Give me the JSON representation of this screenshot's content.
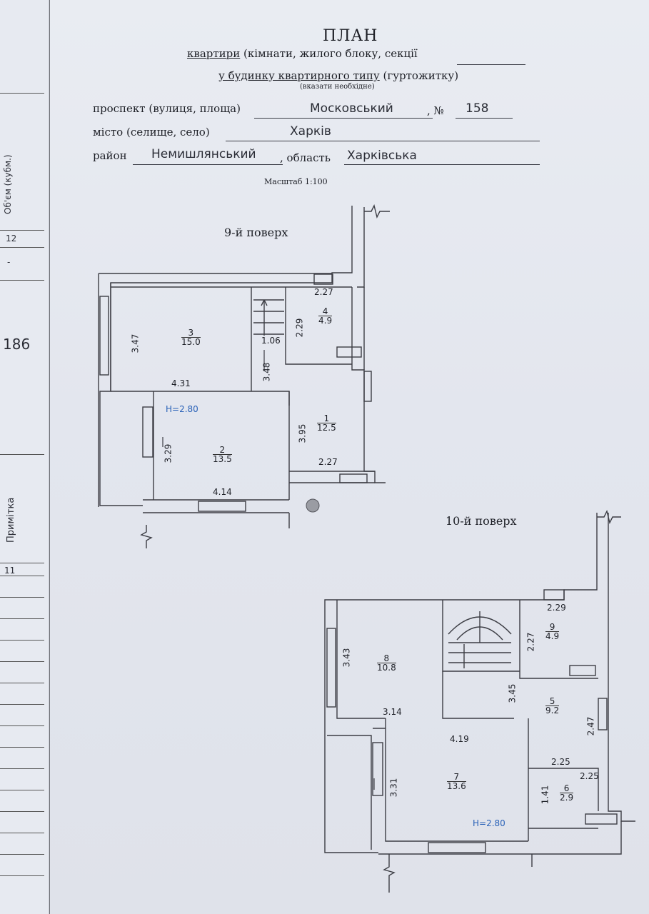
{
  "header": {
    "title": "ПЛАН",
    "line1_a": "квартири",
    "line1_b": " (кімнати, жилого блоку, секції",
    "line2_a": "у будинку квартирного типу",
    "line2_b": " (гуртожитку)",
    "hint": "(вказати необхідне)",
    "street_label": "проспект (вулиця, площа)",
    "street_value": "Московський",
    "number_label": ", №",
    "number_value": "158",
    "city_label": "місто (селище, село)",
    "city_value": "Харків",
    "district_label": "район",
    "district_value": "Немишлянський",
    "region_label": ", область",
    "region_value": "Харківська",
    "scale": "Масштаб 1:100"
  },
  "left_page": {
    "volume_label": "Об'єм (кубм.)",
    "col12": "12",
    "dot": "-",
    "value186": "186",
    "note_label": "Примітка",
    "col11": "11"
  },
  "floor9": {
    "title": "9-й поверх",
    "height": "H=2.80",
    "rooms": [
      {
        "num": "3",
        "area": "15.0"
      },
      {
        "num": "4",
        "area": "4.9"
      },
      {
        "num": "2",
        "area": "13.5"
      },
      {
        "num": "1",
        "area": "12.5"
      }
    ],
    "dims": [
      "2.27",
      "3.47",
      "2.29",
      "1.06",
      "3.48",
      "4.31",
      "3.95",
      "3.29",
      "2.27",
      "4.14"
    ]
  },
  "floor10": {
    "title": "10-й поверх",
    "height": "H=2.80",
    "rooms": [
      {
        "num": "8",
        "area": "10.8"
      },
      {
        "num": "9",
        "area": "4.9"
      },
      {
        "num": "5",
        "area": "9.2"
      },
      {
        "num": "7",
        "area": "13.6"
      },
      {
        "num": "6",
        "area": "2.9"
      }
    ],
    "dims": [
      "2.29",
      "3.43",
      "2.27",
      "3.45",
      "3.14",
      "2.47",
      "4.19",
      "2.25",
      "3.31",
      "2.25",
      "1.41"
    ]
  }
}
